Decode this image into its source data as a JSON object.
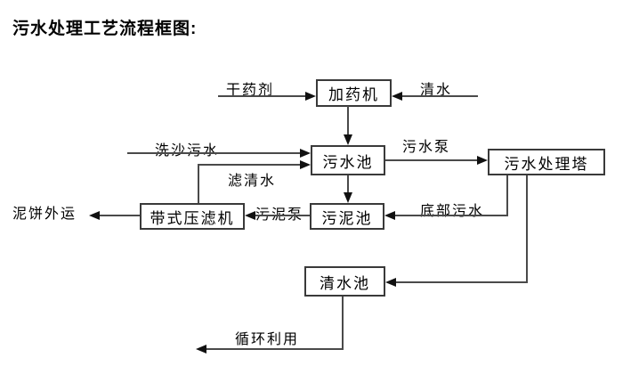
{
  "title": "污水处理工艺流程框图:",
  "nodes": {
    "dosing_machine": "加药机",
    "sewage_pool": "污水池",
    "sewage_treatment_tower": "污水处理塔",
    "sludge_pool": "污泥池",
    "belt_filter_press": "带式压滤机",
    "clean_water_pool": "清水池"
  },
  "flows": {
    "dry_chemical": "干药剂",
    "clean_water": "清水",
    "sand_washing_sewage": "洗沙污水",
    "filtered_water": "滤清水",
    "sewage_pump": "污水泵",
    "sludge_pump": "污泥泵",
    "bottom_sewage": "底部污水",
    "mud_cake_out": "泥饼外运",
    "recycle_use": "循环利用"
  },
  "edges": [
    {
      "from": null,
      "to": "dosing_machine",
      "label": "干药剂"
    },
    {
      "from": null,
      "to": "dosing_machine",
      "label": "清水"
    },
    {
      "from": "dosing_machine",
      "to": "sewage_pool",
      "label": ""
    },
    {
      "from": null,
      "to": "sewage_pool",
      "label": "洗沙污水"
    },
    {
      "from": "belt_filter_press",
      "to": "sewage_pool",
      "label": "滤清水"
    },
    {
      "from": "sewage_pool",
      "to": "sewage_treatment_tower",
      "label": "污水泵"
    },
    {
      "from": "sewage_pool",
      "to": "sludge_pool",
      "label": ""
    },
    {
      "from": "sewage_treatment_tower",
      "to": "sludge_pool",
      "label": "底部污水"
    },
    {
      "from": "sludge_pool",
      "to": "belt_filter_press",
      "label": "污泥泵"
    },
    {
      "from": "belt_filter_press",
      "to": null,
      "label": "泥饼外运"
    },
    {
      "from": "sewage_treatment_tower",
      "to": "clean_water_pool",
      "label": ""
    },
    {
      "from": "clean_water_pool",
      "to": null,
      "label": "循环利用"
    }
  ],
  "colors": {
    "background": "#ffffff",
    "line": "#4a4a4a",
    "arrow": "#111111",
    "text": "#000000",
    "box_border": "#3a3a3a"
  }
}
